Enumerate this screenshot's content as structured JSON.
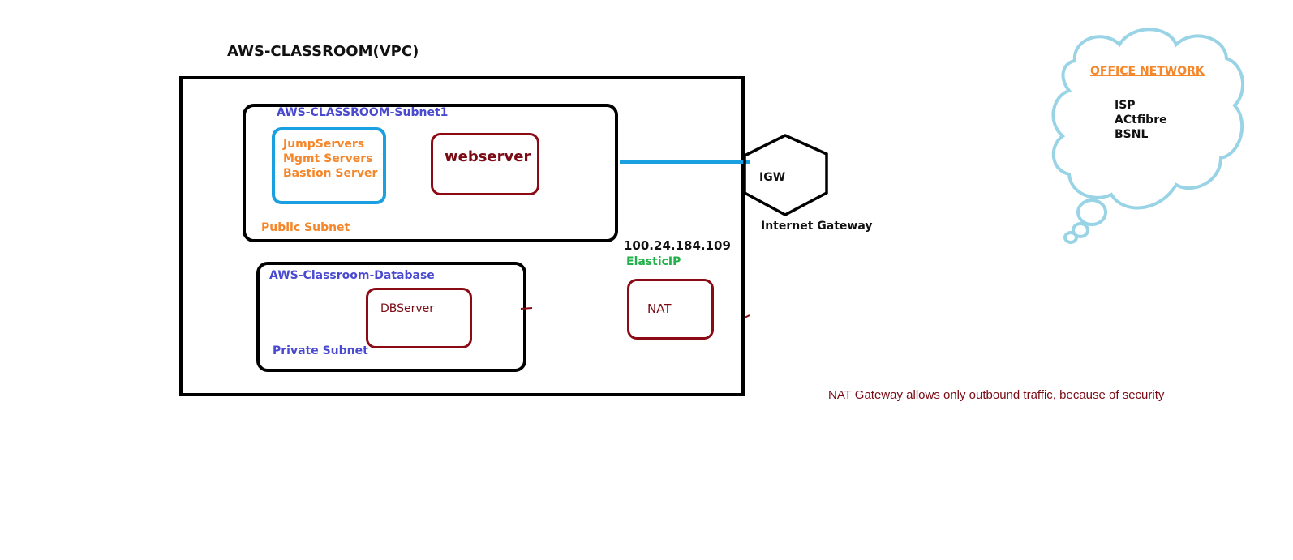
{
  "vpc": {
    "title": "AWS-CLASSROOM(VPC)"
  },
  "public_subnet": {
    "title": "AWS-CLASSROOM-Subnet1",
    "label": "Public Subnet",
    "jump_group": [
      "JumpServers",
      "Mgmt Servers",
      "Bastion Server"
    ],
    "webserver": "webserver"
  },
  "private_subnet": {
    "title": "AWS-Classroom-Database",
    "label": "Private Subnet",
    "db_server": "DBServer"
  },
  "nat": {
    "label": "NAT",
    "elastic_ip_address": "100.24.184.109",
    "elastic_ip_label": "ElasticIP"
  },
  "igw": {
    "label": "IGW",
    "caption": "Internet Gateway"
  },
  "office": {
    "title": "OFFICE NETWORK",
    "lines": [
      "ISP",
      "ACtfibre",
      "BSNL"
    ]
  },
  "note": "NAT Gateway allows only outbound traffic, because of security",
  "colors": {
    "border": "#000000",
    "subnet_title": "#4a4ad0",
    "orange": "#f5862a",
    "maroon": "#8b0a14",
    "jump_border": "#1aa0e0",
    "link": "#1aa0e0",
    "elastic_ip": "#22b04a",
    "cloud": "#99d4e6"
  }
}
